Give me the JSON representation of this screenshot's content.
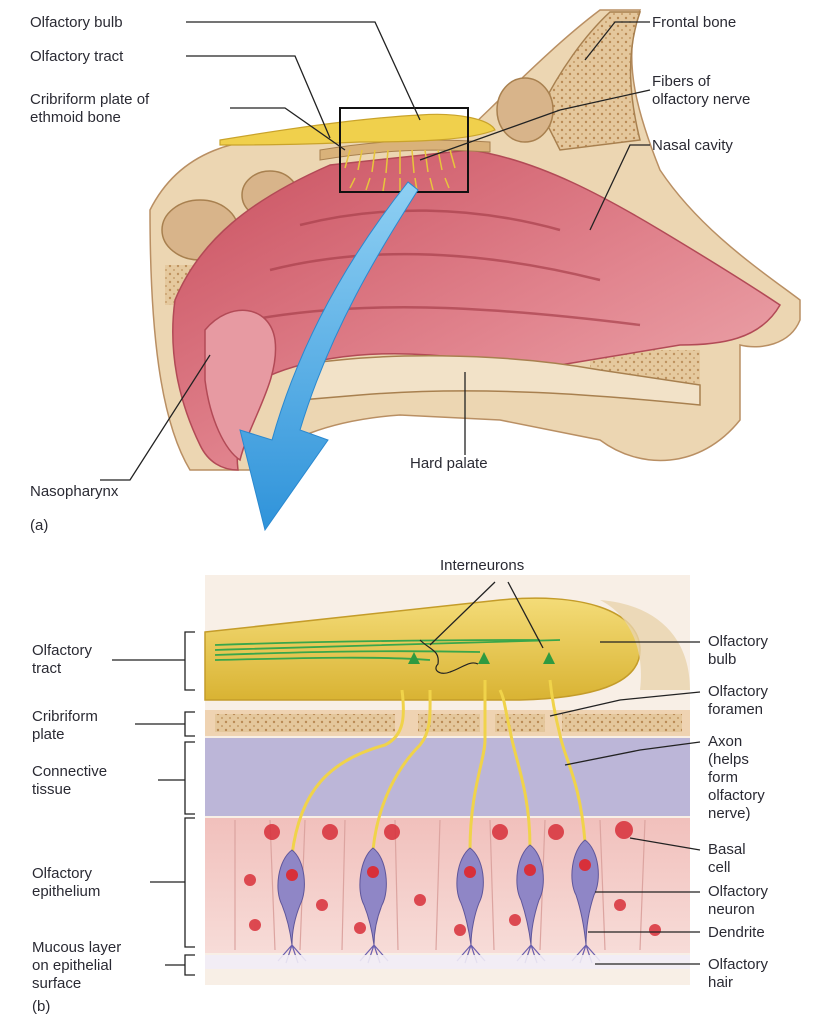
{
  "panel_a": {
    "label": "(a)",
    "labels": {
      "olfactory_bulb": "Olfactory bulb",
      "olfactory_tract": "Olfactory tract",
      "cribriform_line1": "Cribriform plate of",
      "cribriform_line2": "ethmoid bone",
      "frontal_bone": "Frontal bone",
      "fibers_line1": "Fibers of",
      "fibers_line2": "olfactory nerve",
      "nasal_cavity": "Nasal cavity",
      "nasopharynx": "Nasopharynx",
      "hard_palate": "Hard palate"
    }
  },
  "panel_b": {
    "label": "(b)",
    "labels": {
      "interneurons": "Interneurons",
      "tract_line1": "Olfactory",
      "tract_line2": "tract",
      "bulb_line1": "Olfactory",
      "bulb_line2": "bulb",
      "cribriform_line1": "Cribriform",
      "cribriform_line2": "plate",
      "foramen_line1": "Olfactory",
      "foramen_line2": "foramen",
      "connective_line1": "Connective",
      "connective_line2": "tissue",
      "axon_line1": "Axon",
      "axon_line2": "(helps",
      "axon_line3": "form",
      "axon_line4": "olfactory",
      "axon_line5": "nerve)",
      "epithelium_line1": "Olfactory",
      "epithelium_line2": "epithelium",
      "basal_line1": "Basal",
      "basal_line2": "cell",
      "neuron_line1": "Olfactory",
      "neuron_line2": "neuron",
      "dendrite": "Dendrite",
      "mucous_line1": "Mucous layer",
      "mucous_line2": "on epithelial",
      "mucous_line3": "surface",
      "hair_line1": "Olfactory",
      "hair_line2": "hair"
    }
  },
  "colors": {
    "nasal_pink": "#d9707c",
    "bone_tan": "#e8cfa8",
    "bulb_yellow": "#e8c84a",
    "nerve_yellow": "#f0d34a",
    "connective_lavender": "#b9b4d6",
    "epithelium_pink": "#f3c9c4",
    "neuron_purple": "#8f86c6",
    "nucleus_red": "#d8303a",
    "arrow_blue": "#4aa8e2",
    "tract_green": "#39a64a",
    "leader_line": "#222222"
  }
}
